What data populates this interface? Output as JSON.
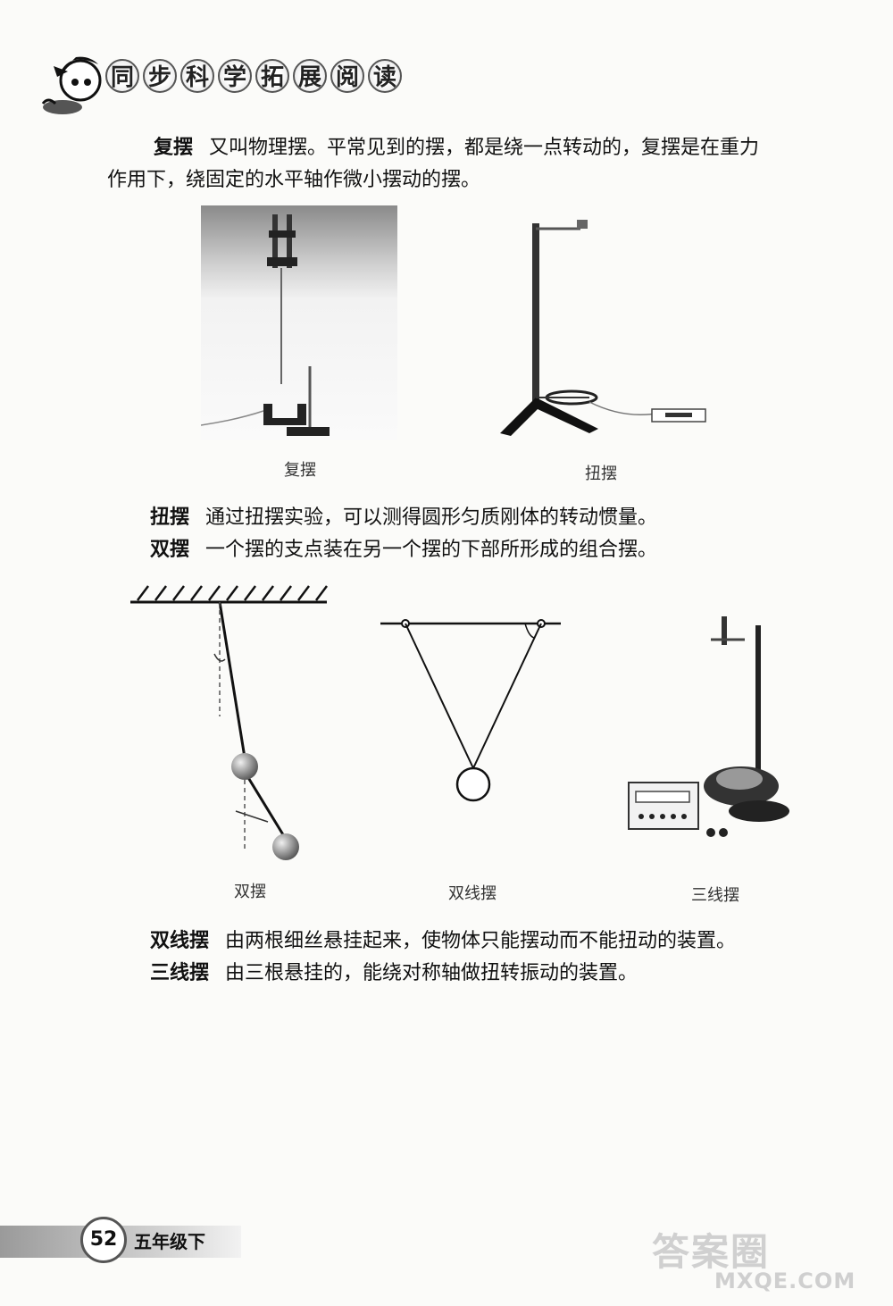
{
  "header": {
    "series_title_chars": [
      "同",
      "步",
      "科",
      "学",
      "拓",
      "展",
      "阅",
      "读"
    ]
  },
  "sections": {
    "compound": {
      "term": "复摆",
      "line1": "又叫物理摆。平常见到的摆，都是绕一点转动的，复摆是在重力",
      "line2": "作用下，绕固定的水平轴作微小摆动的摆。"
    },
    "torsion": {
      "term": "扭摆",
      "text": "通过扭摆实验，可以测得圆形匀质刚体的转动惯量。"
    },
    "double": {
      "term": "双摆",
      "text": "一个摆的支点装在另一个摆的下部所形成的组合摆。"
    },
    "bifilar": {
      "term": "双线摆",
      "text": "由两根细丝悬挂起来，使物体只能摆动而不能扭动的装置。"
    },
    "trifilar": {
      "term": "三线摆",
      "text": "由三根悬挂的，能绕对称轴做扭转振动的装置。"
    }
  },
  "captions": {
    "compound": "复摆",
    "torsion": "扭摆",
    "double": "双摆",
    "bifilar": "双线摆",
    "trifilar": "三线摆"
  },
  "footer": {
    "page_number": "52",
    "grade": "五年级下"
  },
  "watermark": {
    "text": "答案圈",
    "url": "MXQE.COM"
  }
}
